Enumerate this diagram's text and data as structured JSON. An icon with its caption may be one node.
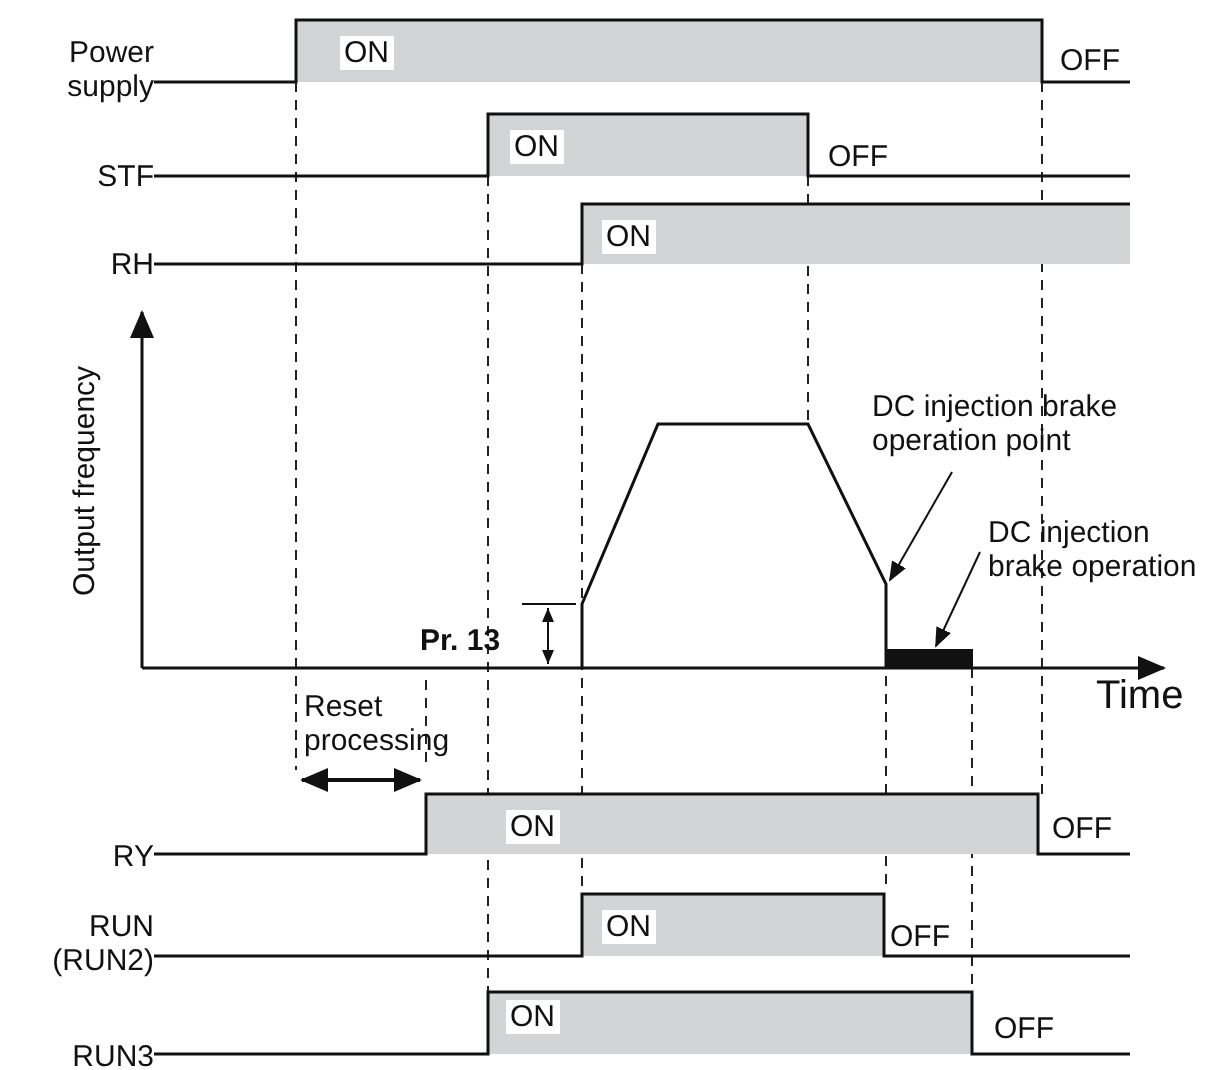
{
  "diagram": {
    "nodes": [
      {
        "text": [],
        "shape": "line"
      },
      {
        "text": [
          "DC injection brake operation point"
        ]
      },
      {
        "text": [
          "DC injection brake operation"
        ]
      },
      {
        "text": [],
        "shape": "bar"
      }
    ],
    "edges": [
      {
        "from": 1,
        "to": 0,
        "arrow": "to"
      },
      {
        "from": 2,
        "to": 3,
        "arrow": "to"
      }
    ],
    "labels": [
      "Power supply",
      "ON",
      "OFF",
      "STF",
      "ON",
      "OFF",
      "RH",
      "ON",
      "Output frequency",
      "Pr. 13",
      "Time",
      "Reset processing",
      "RY",
      "ON",
      "OFF",
      "RUN (RUN2)",
      "ON",
      "OFF",
      "RUN3",
      "ON",
      "OFF"
    ]
  }
}
